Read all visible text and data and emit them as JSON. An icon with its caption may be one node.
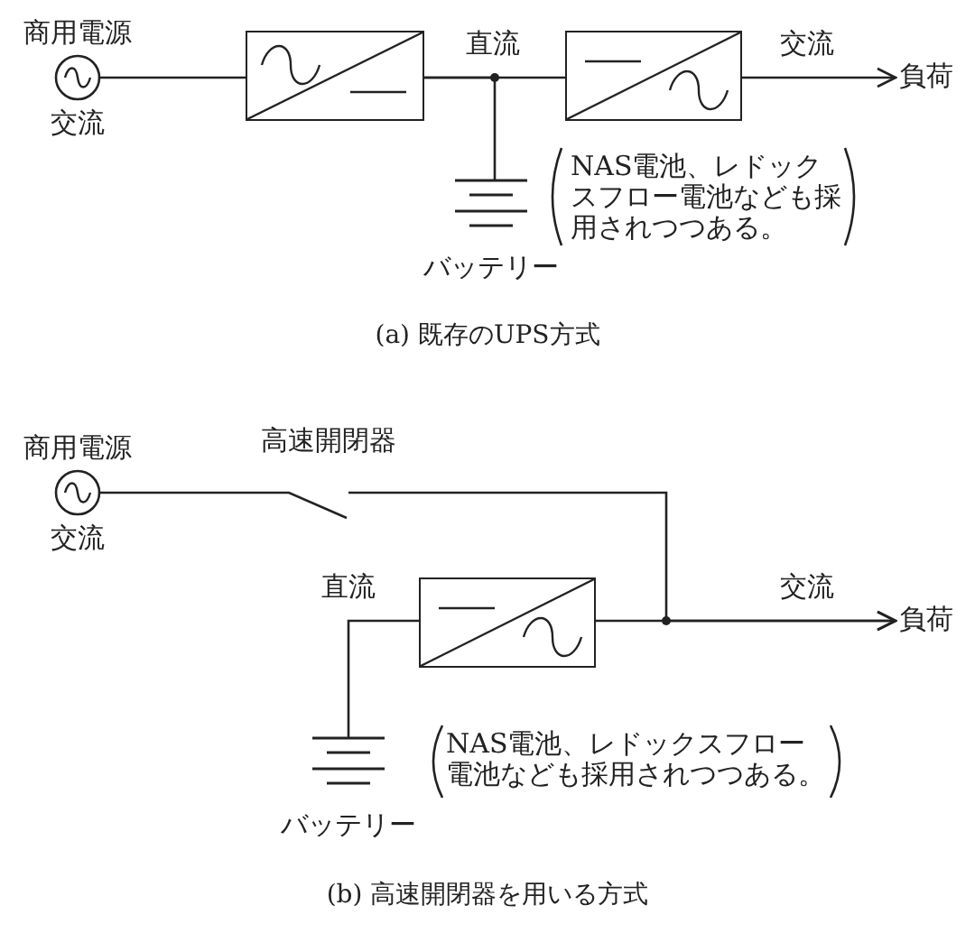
{
  "diagram": {
    "nodes": [
      {
        "text": [
          "商用電源",
          "交流"
        ]
      },
      {
        "text": [],
        "shape": "box"
      },
      {
        "text": [],
        "shape": "box"
      },
      {
        "text": [
          "バッテリー"
        ]
      },
      {
        "text": [
          "負荷"
        ]
      },
      {
        "text": [
          "商用電源",
          "交流"
        ]
      },
      {
        "text": [
          "高速開閉器"
        ]
      },
      {
        "text": [],
        "shape": "box"
      },
      {
        "text": [
          "バッテリー"
        ]
      },
      {
        "text": [
          "負荷"
        ]
      }
    ],
    "edges": [
      {
        "from": 0,
        "to": 1,
        "arrow": "none"
      },
      {
        "from": 1,
        "to": 2,
        "arrow": "none",
        "label": "直流"
      },
      {
        "from": 1,
        "to": 3,
        "arrow": "none"
      },
      {
        "from": 2,
        "to": 4,
        "arrow": "to",
        "label": "交流"
      },
      {
        "from": 5,
        "to": 6,
        "arrow": "none"
      },
      {
        "from": 6,
        "to": 9,
        "arrow": "to"
      },
      {
        "from": 7,
        "to": 9,
        "arrow": "to",
        "label": "交流"
      },
      {
        "from": 8,
        "to": 7,
        "arrow": "none",
        "label": "直流"
      }
    ],
    "labels": [
      "NAS電池、レドックスフロー電池なども採用されつつある。",
      "(a) 既存のUPS方式",
      "NAS電池、レドックスフロー電池なども採用されつつある。",
      "(b) 高速開閉器を用いる方式"
    ]
  }
}
